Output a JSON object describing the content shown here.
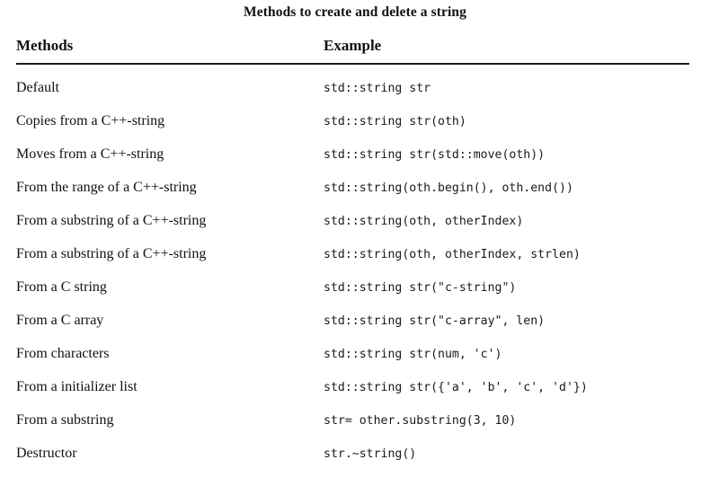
{
  "document": {
    "caption": "Methods to create and delete a string",
    "background_color": "#ffffff",
    "text_color": "#111111",
    "rule_color": "#1a1a1a"
  },
  "table": {
    "columns": [
      {
        "key": "method",
        "header": "Methods"
      },
      {
        "key": "example",
        "header": "Example"
      }
    ],
    "rows": [
      {
        "method": "Default",
        "example": "std::string str"
      },
      {
        "method": "Copies from a C++-string",
        "example": "std::string str(oth)"
      },
      {
        "method": "Moves from a C++-string",
        "example": "std::string str(std::move(oth))"
      },
      {
        "method": "From the range of a C++-string",
        "example": "std::string(oth.begin(), oth.end())"
      },
      {
        "method": "From a substring of a C++-string",
        "example": "std::string(oth, otherIndex)"
      },
      {
        "method": "From a substring of a C++-string",
        "example": "std::string(oth, otherIndex, strlen)"
      },
      {
        "method": "From a C string",
        "example": "std::string str(\"c-string\")"
      },
      {
        "method": "From a C array",
        "example": "std::string str(\"c-array\", len)"
      },
      {
        "method": "From characters",
        "example": "std::string str(num, 'c')"
      },
      {
        "method": "From a initializer list",
        "example": "std::string str({'a', 'b', 'c', 'd'})"
      },
      {
        "method": "From a substring",
        "example": "str= other.substring(3, 10)"
      },
      {
        "method": "Destructor",
        "example": "str.∼string()"
      }
    ]
  }
}
